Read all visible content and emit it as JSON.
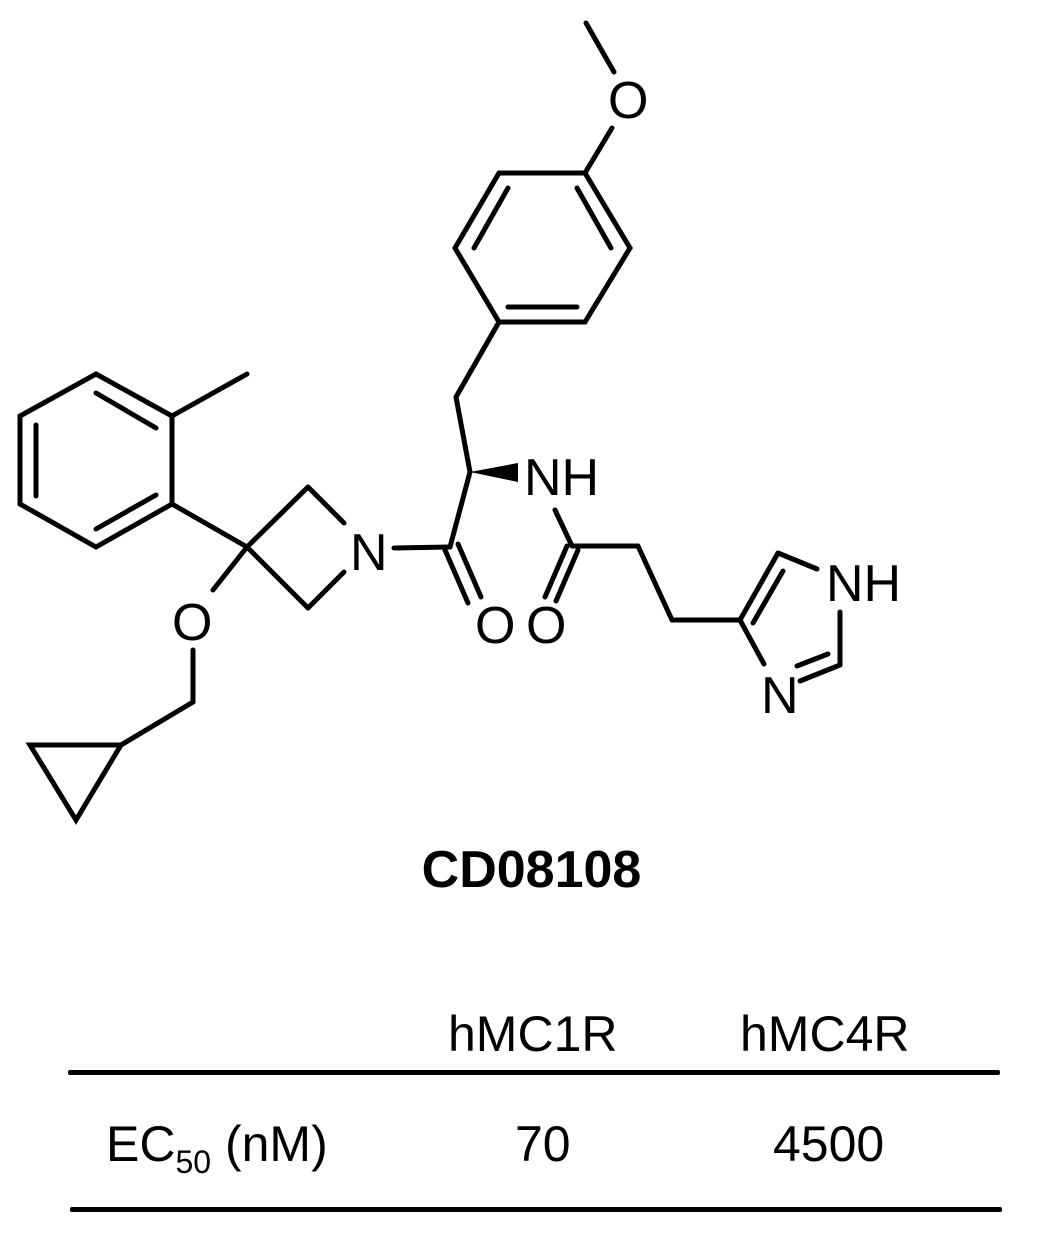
{
  "compound": {
    "name": "CD08108",
    "atom_labels": {
      "methoxy_oxygen": "O",
      "ether_oxygen": "O",
      "azetidine_nitrogen": "N",
      "carbonyl_oxygen_1": "O",
      "amide_nh": "NH",
      "carbonyl_oxygen_2": "O",
      "imidazole_nh": "NH",
      "imidazole_n": "N"
    }
  },
  "table": {
    "columns": [
      "hMC1R",
      "hMC4R"
    ],
    "rows": [
      {
        "label_main": "EC",
        "label_sub": "50",
        "label_unit": " (nM)",
        "values": [
          "70",
          "4500"
        ]
      }
    ]
  }
}
